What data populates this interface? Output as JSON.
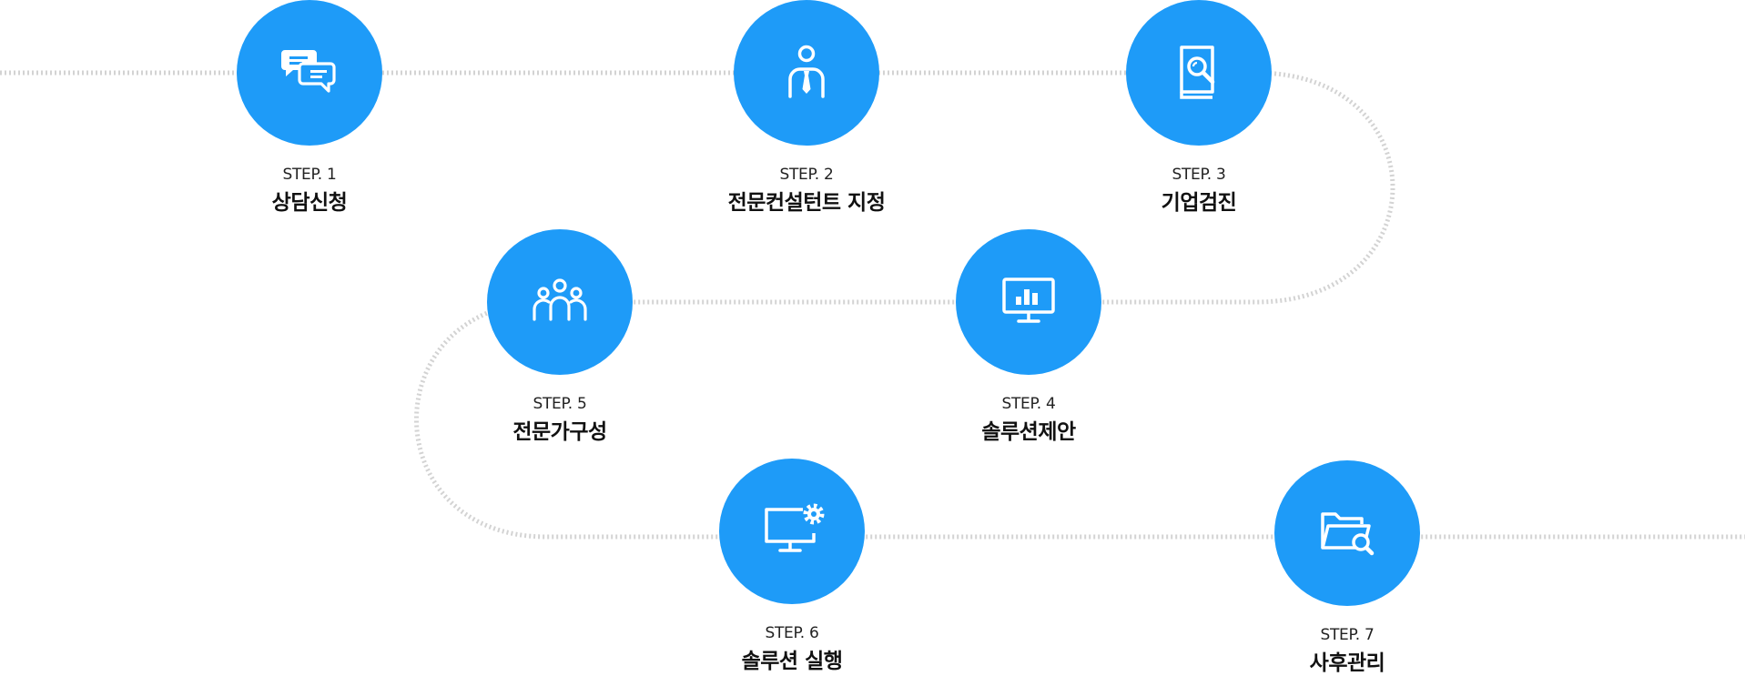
{
  "colors": {
    "accent": "#1e9bf8",
    "path": "#d3d3d3",
    "icon": "#ffffff"
  },
  "steps": [
    {
      "num": "STEP. 1",
      "title": "상담신청",
      "icon": "chat-bubbles-icon"
    },
    {
      "num": "STEP. 2",
      "title": "전문컨설턴트 지정",
      "icon": "consultant-person-icon"
    },
    {
      "num": "STEP. 3",
      "title": "기업검진",
      "icon": "book-magnifier-icon"
    },
    {
      "num": "STEP. 4",
      "title": "솔루션제안",
      "icon": "monitor-chart-icon"
    },
    {
      "num": "STEP. 5",
      "title": "전문가구성",
      "icon": "team-people-icon"
    },
    {
      "num": "STEP. 6",
      "title": "솔루션 실행",
      "icon": "monitor-gear-icon"
    },
    {
      "num": "STEP. 7",
      "title": "사후관리",
      "icon": "folder-search-icon"
    }
  ]
}
